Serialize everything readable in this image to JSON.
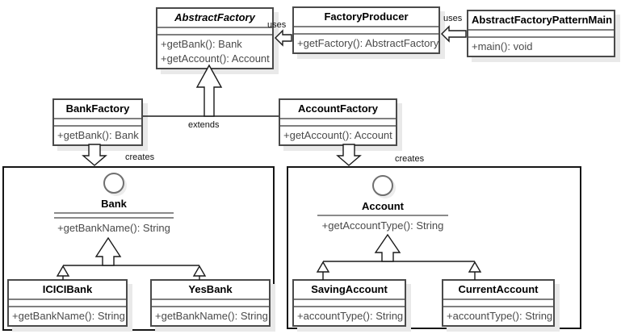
{
  "diagram": {
    "title_hint": "Abstract Factory design pattern UML class diagram",
    "classes": {
      "abstractFactory": {
        "name": "AbstractFactory",
        "stereotype": "abstract",
        "methods": [
          "+getBank(): Bank",
          "+getAccount(): Account"
        ]
      },
      "factoryProducer": {
        "name": "FactoryProducer",
        "methods": [
          "+getFactory(): AbstractFactory"
        ]
      },
      "patternMain": {
        "name": "AbstractFactoryPatternMain",
        "methods": [
          "+main(): void"
        ]
      },
      "bankFactory": {
        "name": "BankFactory",
        "methods": [
          "+getBank(): Bank"
        ]
      },
      "accountFactory": {
        "name": "AccountFactory",
        "methods": [
          "+getAccount(): Account"
        ]
      },
      "iciciBank": {
        "name": "ICICIBank",
        "methods": [
          "+getBankName(): String"
        ]
      },
      "yesBank": {
        "name": "YesBank",
        "methods": [
          "+getBankName(): String"
        ]
      },
      "savingAccount": {
        "name": "SavingAccount",
        "methods": [
          "+accountType(): String"
        ]
      },
      "currentAccount": {
        "name": "CurrentAccount",
        "methods": [
          "+accountType(): String"
        ]
      }
    },
    "interfaces": {
      "bank": {
        "name": "Bank",
        "methods": [
          "+getBankName(): String"
        ]
      },
      "account": {
        "name": "Account",
        "methods": [
          "+getAccountType(): String"
        ]
      }
    },
    "relationships": {
      "uses_producer_to_abstractfactory": "uses",
      "uses_main_to_producer": "uses",
      "extends_factories_to_abstractfactory": "extends",
      "creates_bankfactory_to_bank": "creates",
      "creates_accountfactory_to_account": "creates"
    },
    "colors": {
      "class_border": "#4a4a4a",
      "package_border": "#161616",
      "separator": "#7f7f7f",
      "method_text": "#4a4a4a",
      "title_text": "#000000",
      "shadow": "#e9e9e9",
      "label_text": "#111111",
      "background": "#ffffff"
    }
  }
}
